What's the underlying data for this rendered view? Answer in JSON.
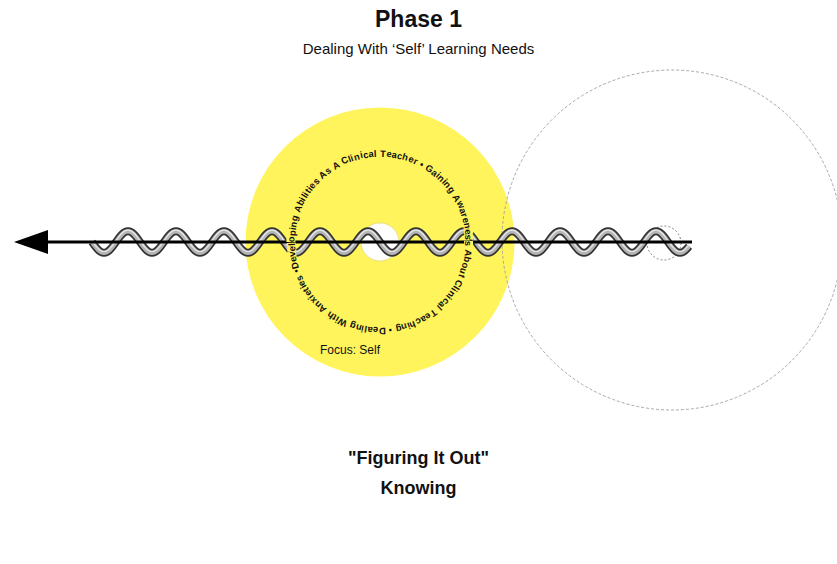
{
  "diagram": {
    "title": "Phase 1",
    "nodes": [
      {
        "text": [
          "Developing Abilities As A Clinical Teacher • Gaining Awareness About Clinical Teaching • Dealing With Anxieties •",
          "Focus: Self"
        ]
      }
    ],
    "labels": [
      "Dealing With ‘Self’ Learning Needs",
      "\"Figuring It Out\"",
      "Knowing"
    ]
  }
}
